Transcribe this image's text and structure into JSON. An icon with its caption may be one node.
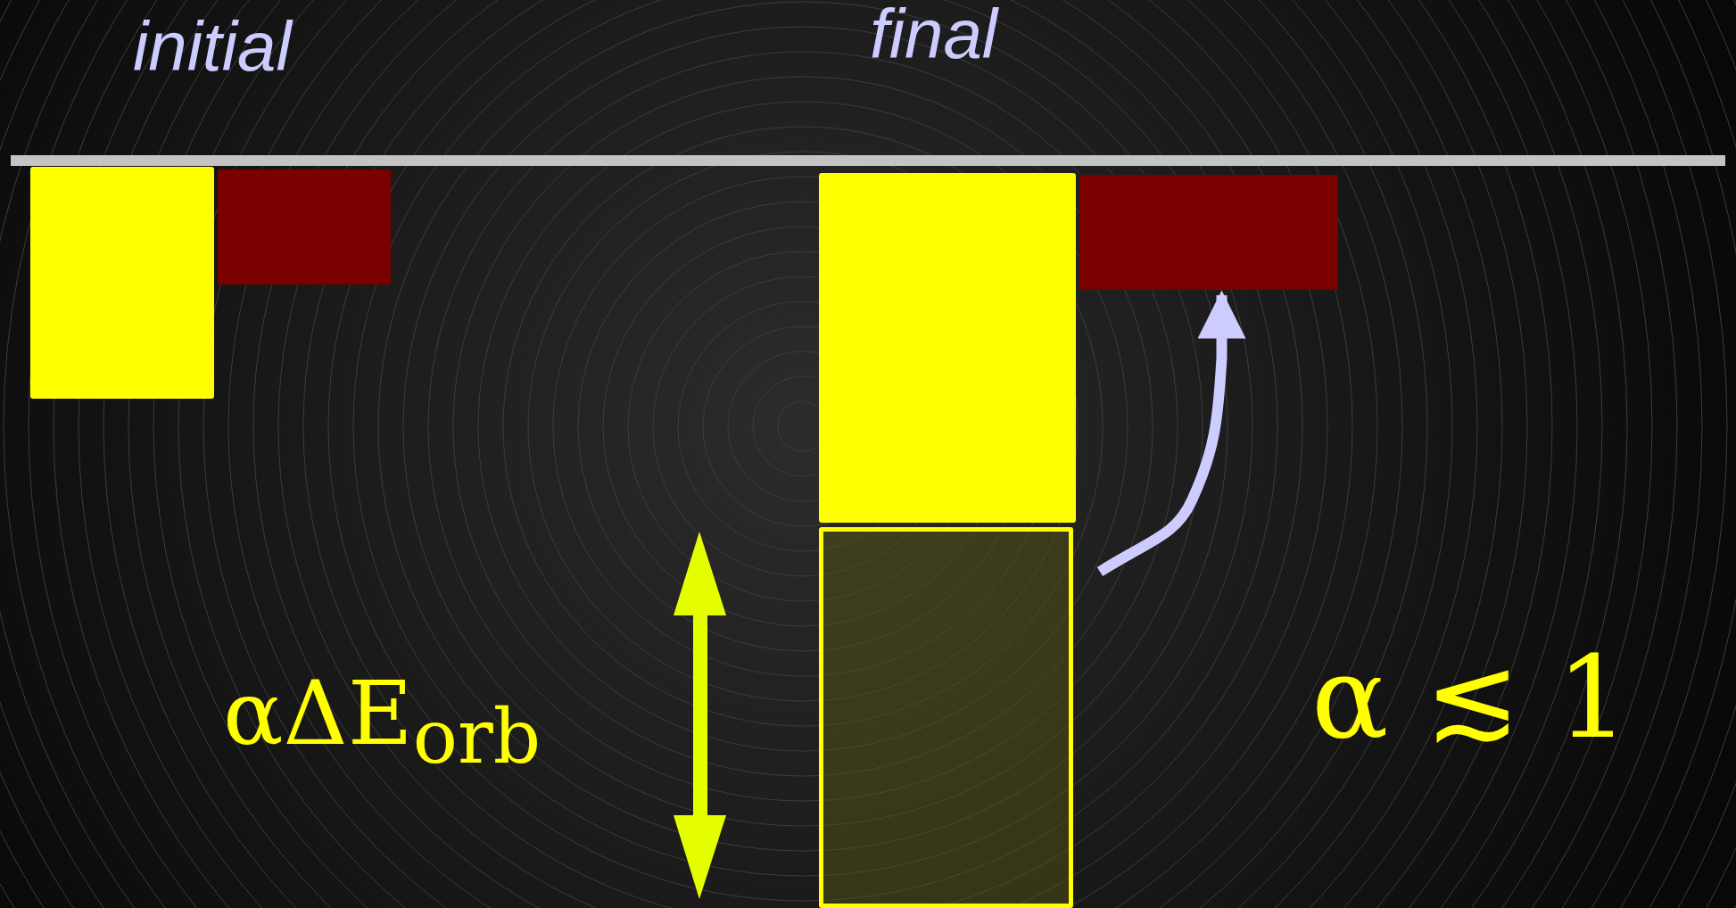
{
  "diagram": {
    "nodes": [
      {
        "text": [],
        "shape": "box"
      },
      {
        "text": [],
        "shape": "box"
      },
      {
        "text": [],
        "shape": "box"
      },
      {
        "text": [],
        "shape": "box"
      },
      {
        "text": [],
        "shape": "box"
      }
    ],
    "edges": [
      {
        "from": 4,
        "to": 3,
        "arrow": "to"
      }
    ],
    "labels": [
      "initial",
      "final",
      "αΔE$_{orb}$",
      "α ≲ 1"
    ]
  }
}
